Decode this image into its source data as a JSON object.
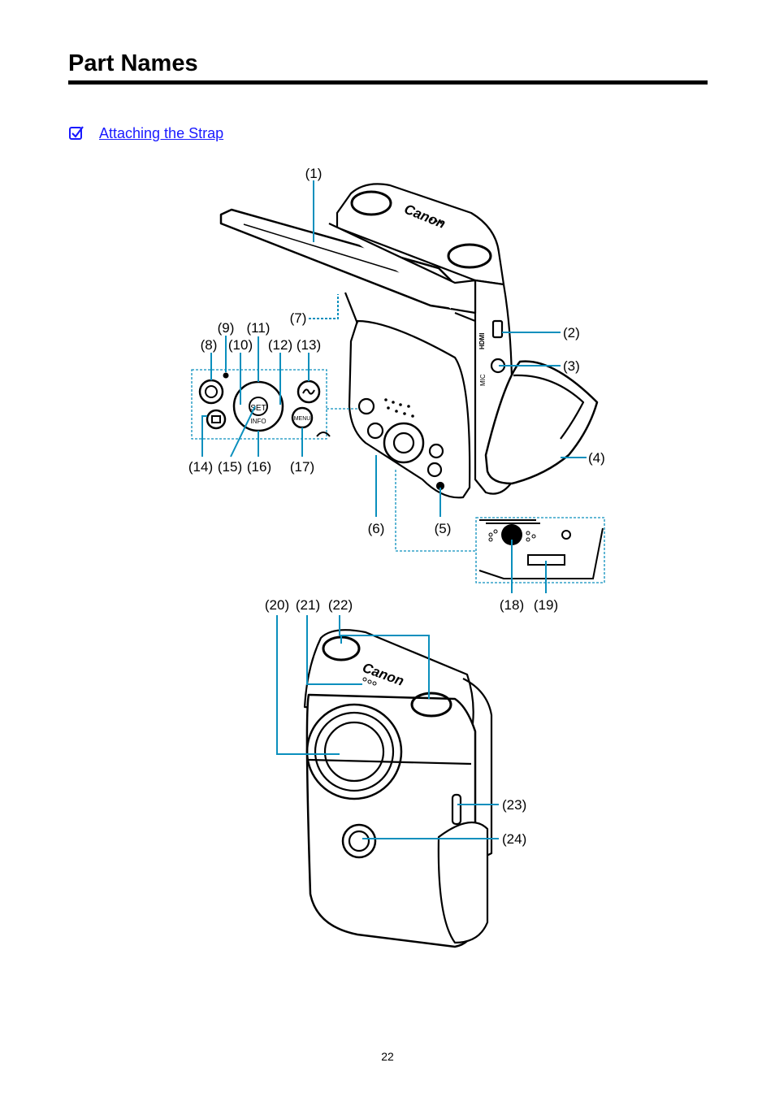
{
  "page": {
    "title": "Part Names",
    "number": "22"
  },
  "related": {
    "icon": "checkbox-check-icon",
    "link_text": "Attaching the Strap",
    "link_color": "#1a1aff"
  },
  "figure": {
    "callout_color": "#0a8fbd",
    "brand_text": "Canon",
    "port_labels": {
      "hdmi": "HDMI",
      "mic": "MIC"
    },
    "button_labels": {
      "set": "SET",
      "info": "INFO",
      "menu": "MENU"
    },
    "callouts": {
      "c1": "(1)",
      "c2": "(2)",
      "c3": "(3)",
      "c4": "(4)",
      "c5": "(5)",
      "c6": "(6)",
      "c7": "(7)",
      "c8": "(8)",
      "c9": "(9)",
      "c10": "(10)",
      "c11": "(11)",
      "c12": "(12)",
      "c13": "(13)",
      "c14": "(14)",
      "c15": "(15)",
      "c16": "(16)",
      "c17": "(17)",
      "c18": "(18)",
      "c19": "(19)",
      "c20": "(20)",
      "c21": "(21)",
      "c22": "(22)",
      "c23": "(23)",
      "c24": "(24)"
    }
  }
}
